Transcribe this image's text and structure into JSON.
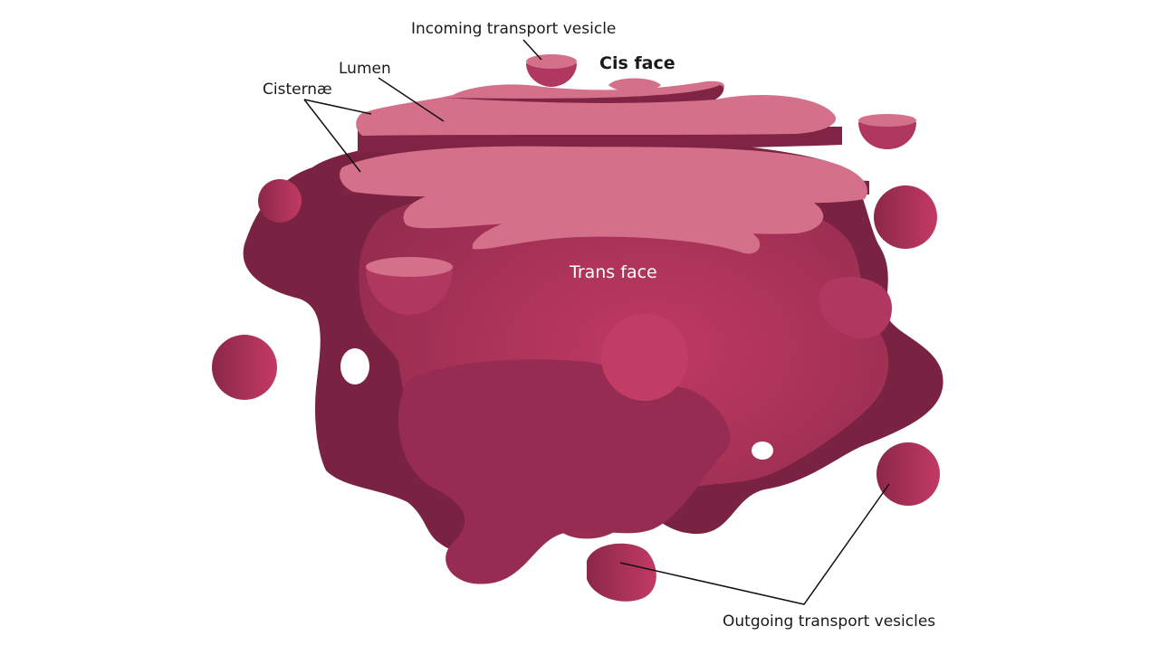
{
  "diagram": {
    "labels": {
      "incoming": "Incoming transport vesicle",
      "cis": "Cis face",
      "lumen": "Lumen",
      "cisternae": "Cisternæ",
      "trans": "Trans face",
      "outgoing": "Outgoing transport vesicles"
    },
    "colors": {
      "cisterna_top": "#d4708a",
      "cisterna_side": "#7f2445",
      "body_main": "#a8355a",
      "body_dark": "#7a2242",
      "vesicle": "#9e2f55",
      "leader_line": "#111111"
    }
  }
}
